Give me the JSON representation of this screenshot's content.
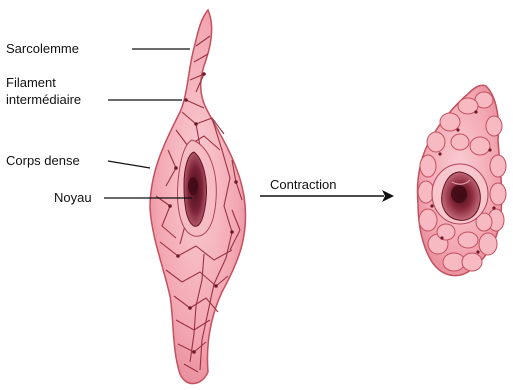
{
  "labels": {
    "sarcolemme": "Sarcolemme",
    "filament_line1": "Filament",
    "filament_line2": "intermédiaire",
    "corps_dense": "Corps dense",
    "noyau": "Noyau",
    "contraction": "Contraction"
  },
  "colors": {
    "cell_fill": "#f3a7b2",
    "cell_light": "#f8c6cd",
    "cell_edge": "#c4505f",
    "filament": "#9a3344",
    "nucleus_outer": "#a8405a",
    "nucleus_inner": "#5e1422",
    "pointer": "#111111"
  }
}
